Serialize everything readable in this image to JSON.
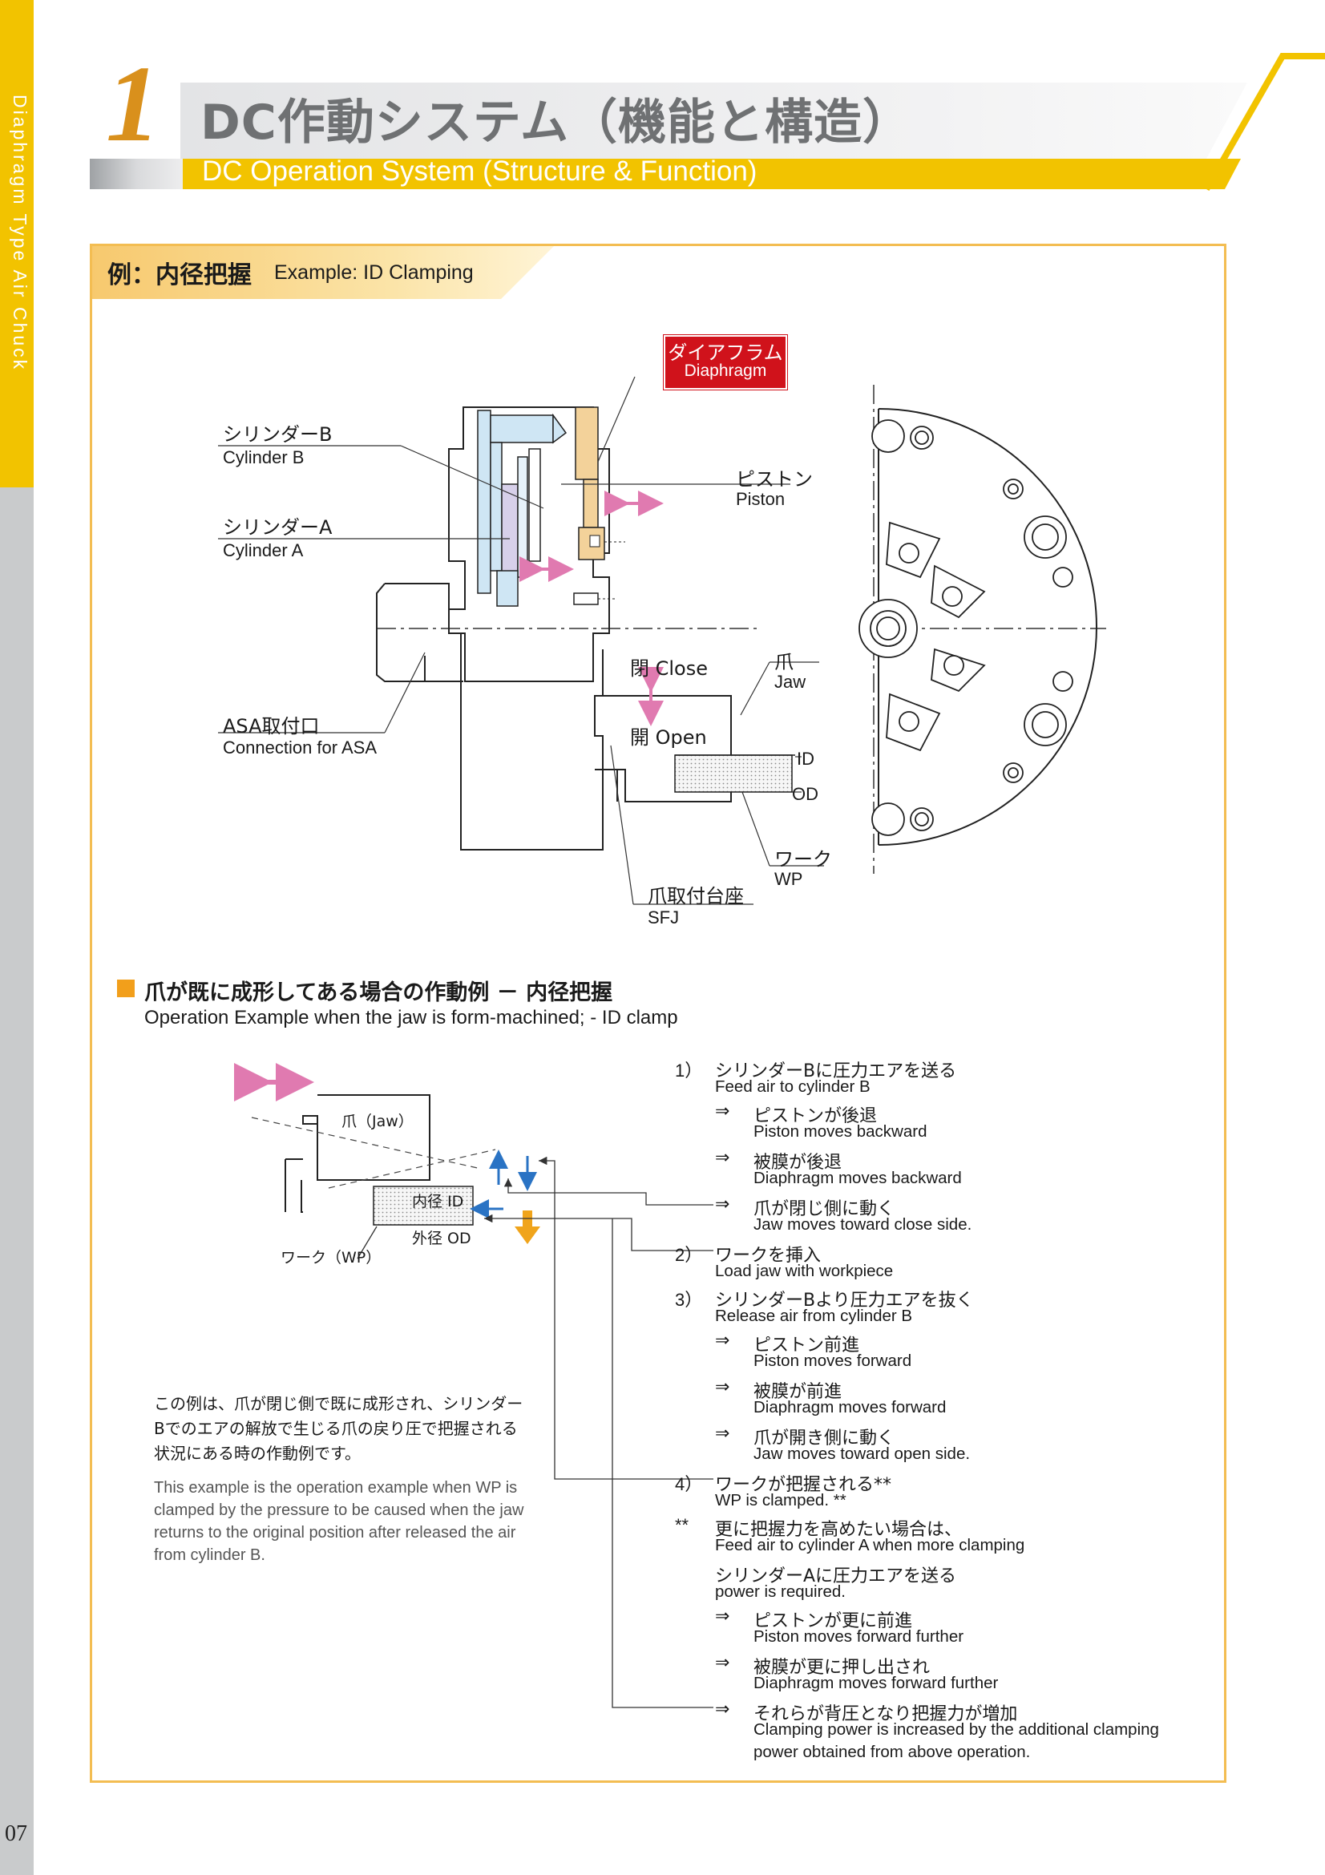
{
  "sidebar": {
    "vertical_text": "Diaphragm Type Air Chuck",
    "page_number": "07"
  },
  "header": {
    "number": "1",
    "title": "DC作動システム（機能と構造）",
    "subtitle": "DC Operation System (Structure & Function)"
  },
  "example": {
    "title_jp": "例：内径把握",
    "title_en": "Example: ID Clamping"
  },
  "diagram_labels": {
    "diaphragm_jp": "ダイアフラム",
    "diaphragm_en": "Diaphragm",
    "cylinder_b_jp": "シリンダーB",
    "cylinder_b_en": "Cylinder B",
    "cylinder_a_jp": "シリンダーA",
    "cylinder_a_en": "Cylinder A",
    "piston_jp": "ピストン",
    "piston_en": "Piston",
    "close": "閉 Close",
    "open": "開 Open",
    "jaw_jp": "爪",
    "jaw_en": "Jaw",
    "asa_jp": "ASA取付口",
    "asa_en": "Connection for ASA",
    "id": "ID",
    "od": "OD",
    "wp_jp": "ワーク",
    "wp_en": "WP",
    "sfj_jp": "爪取付台座",
    "sfj_en": "SFJ"
  },
  "operation": {
    "title_jp": "爪が既に成形してある場合の作動例 － 内径把握",
    "title_en": "Operation Example when the jaw is form-machined; - ID clamp",
    "mini_labels": {
      "jaw": "爪（Jaw）",
      "inner": "内径 ID",
      "outer": "外径 OD",
      "work": "ワーク（WP）"
    },
    "note_jp": "この例は、爪が閉じ側で既に成形され、シリンダーBでのエアの解放で生じる爪の戻り圧で把握される状況にある時の作動例です。",
    "note_en": "This example is the operation example when WP is clamped by the pressure to be caused when the jaw returns to the original position after released the air from cylinder B.",
    "arrow_symbol": "⇒",
    "steps": {
      "s1_num": "1）",
      "s1_jp": "シリンダーBに圧力エアを送る",
      "s1_en": "Feed air to cylinder B",
      "s1a_jp": "ピストンが後退",
      "s1a_en": "Piston moves backward",
      "s1b_jp": "被膜が後退",
      "s1b_en": "Diaphragm moves backward",
      "s1c_jp": "爪が閉じ側に動く",
      "s1c_en": "Jaw moves toward close side.",
      "s2_num": "2）",
      "s2_jp": "ワークを挿入",
      "s2_en": "Load jaw with workpiece",
      "s3_num": "3）",
      "s3_jp": "シリンダーBより圧力エアを抜く",
      "s3_en": "Release air from cylinder B",
      "s3a_jp": "ピストン前進",
      "s3a_en": "Piston moves forward",
      "s3b_jp": "被膜が前進",
      "s3b_en": "Diaphragm moves forward",
      "s3c_jp": "爪が開き側に動く",
      "s3c_en": "Jaw moves toward open side.",
      "s4_num": "4）",
      "s4_jp": "ワークが把握される**",
      "s4_en": "WP is clamped. **",
      "s5_num": "**",
      "s5_jp": "更に把握力を高めたい場合は、",
      "s5_en": "Feed air to cylinder A when more clamping",
      "s5b_jp": "シリンダーAに圧力エアを送る",
      "s5b_en": "power is required.",
      "s5c_jp": "ピストンが更に前進",
      "s5c_en": "Piston moves forward further",
      "s5d_jp": "被膜が更に押し出され",
      "s5d_en": "Diaphragm moves forward further",
      "s5e_jp": "それらが背圧となり把握力が増加",
      "s5e_en1": "Clamping power is increased by the additional clamping",
      "s5e_en2": "power obtained from above operation."
    }
  },
  "colors": {
    "yellow": "#f2c300",
    "orange": "#d9901c",
    "red": "#d0121b",
    "pink": "#e07ab0",
    "blue": "#2a73c4",
    "gold": "#f0a41b"
  }
}
